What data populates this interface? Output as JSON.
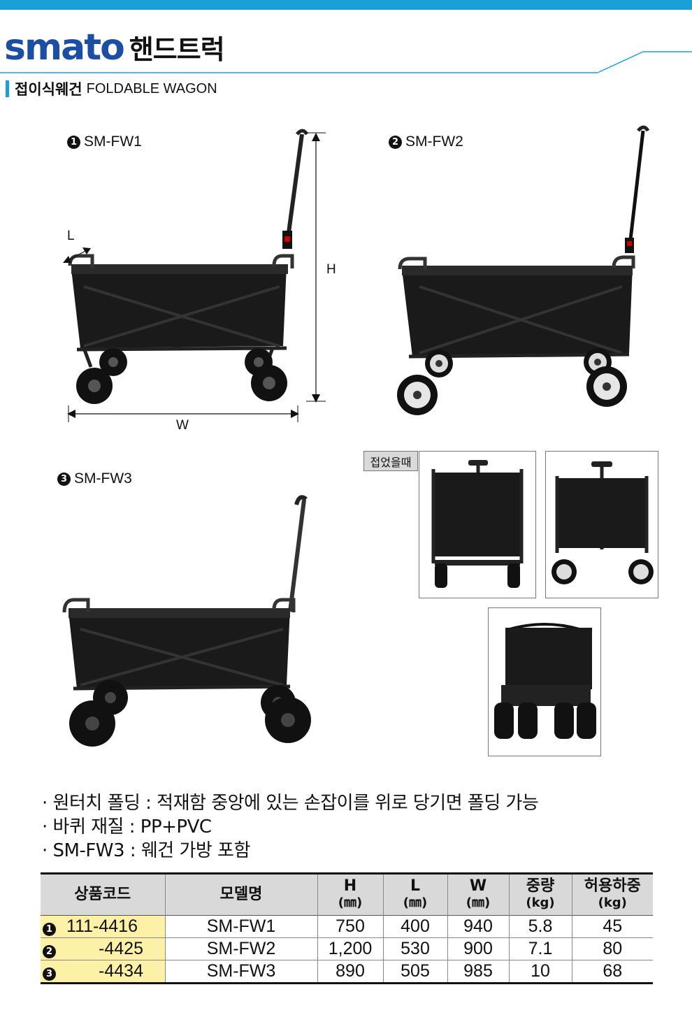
{
  "header": {
    "brand": "smato",
    "title": "핸드트럭"
  },
  "section": {
    "title_kr": "접이식웨건",
    "title_en": "FOLDABLE WAGON"
  },
  "products": [
    {
      "marker": "1",
      "name": "SM-FW1"
    },
    {
      "marker": "2",
      "name": "SM-FW2"
    },
    {
      "marker": "3",
      "name": "SM-FW3"
    }
  ],
  "dimensions": {
    "L": "L",
    "H": "H",
    "W": "W"
  },
  "folded_label": "접었을때",
  "notes": [
    "· 원터치 폴딩 : 적재함 중앙에 있는 손잡이를 위로 당기면 폴딩 가능",
    "· 바퀴 재질 : PP+PVC",
    "· SM-FW3 : 웨건 가방 포함"
  ],
  "table": {
    "headers": {
      "code": "상품코드",
      "model": "모델명",
      "h": "H",
      "h_unit": "(㎜)",
      "l": "L",
      "l_unit": "(㎜)",
      "w": "W",
      "w_unit": "(㎜)",
      "weight": "중량",
      "weight_unit": "(kg)",
      "load": "허용하중",
      "load_unit": "(kg)"
    },
    "rows": [
      {
        "marker": "1",
        "code": "111-4416",
        "model": "SM-FW1",
        "h": "750",
        "l": "400",
        "w": "940",
        "weight": "5.8",
        "load": "45"
      },
      {
        "marker": "2",
        "code": "-4425",
        "model": "SM-FW2",
        "h": "1,200",
        "l": "530",
        "w": "900",
        "weight": "7.1",
        "load": "80"
      },
      {
        "marker": "3",
        "code": "-4434",
        "model": "SM-FW3",
        "h": "890",
        "l": "505",
        "w": "985",
        "weight": "10",
        "load": "68"
      }
    ]
  },
  "colors": {
    "accent": "#1aa0d8",
    "brand": "#1c4ea6",
    "code_highlight": "#fdf1a8",
    "header_bg": "#d9d9d9"
  }
}
